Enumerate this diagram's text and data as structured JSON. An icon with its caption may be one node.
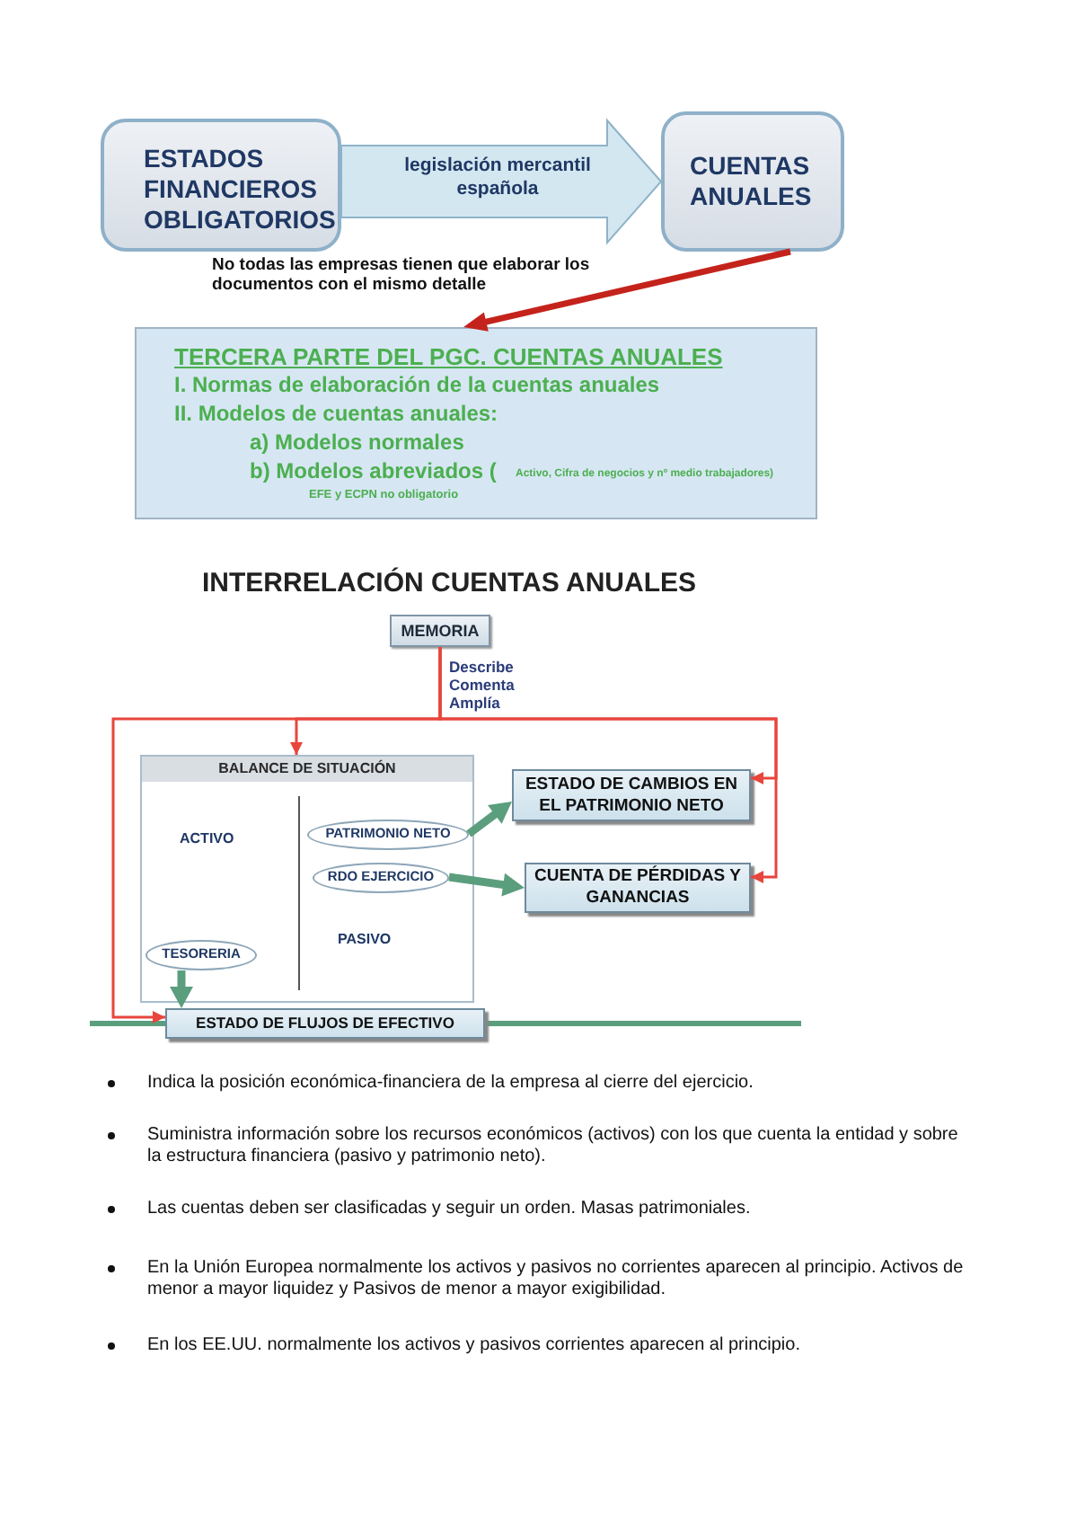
{
  "diagram": {
    "nodes": [
      {
        "text": [
          "ESTADOS FINANCIEROS OBLIGATORIOS"
        ]
      },
      {
        "text": [
          "CUENTAS ANUALES"
        ]
      },
      {
        "text": [
          "TERCERA PARTE DEL PGC. CUENTAS ANUALES",
          "I. Normas de elaboración de la cuentas anuales",
          "II. Modelos de cuentas anuales:",
          "a) Modelos normales",
          "b) Modelos abreviados (",
          "Activo, Cifra de negocios y nº medio trabajadores)",
          "EFE y ECPN no obligatorio"
        ]
      },
      {
        "text": [
          "MEMORIA"
        ]
      },
      {
        "text": [
          "BALANCE DE SITUACIÓN"
        ]
      },
      {
        "text": [
          "PATRIMONIO NETO"
        ],
        "in": 4
      },
      {
        "text": [
          "RDO EJERCICIO"
        ],
        "in": 4
      },
      {
        "text": [
          "TESORERIA"
        ],
        "in": 4
      },
      {
        "text": [
          "ESTADO DE CAMBIOS EN EL PATRIMONIO NETO"
        ]
      },
      {
        "text": [
          "CUENTA DE PÉRDIDAS Y GANANCIAS"
        ]
      },
      {
        "text": [
          "ESTADO DE FLUJOS DE EFECTIVO"
        ]
      }
    ],
    "edges": [
      {
        "from": 0,
        "to": 1,
        "arrow": "to",
        "label": "legislación mercantil española",
        "style": "thick",
        "color": "#d3e7f1"
      },
      {
        "from": 1,
        "to": 2,
        "arrow": "to",
        "style": "thick",
        "color": "#c4231b"
      },
      {
        "from": 3,
        "to": 4,
        "arrow": "to",
        "label": "Describe Comenta Amplía"
      },
      {
        "from": 3,
        "to": 8,
        "arrow": "to"
      },
      {
        "from": 3,
        "to": 9,
        "arrow": "to"
      },
      {
        "from": 3,
        "to": 10,
        "arrow": "to"
      },
      {
        "from": 5,
        "to": 8,
        "arrow": "to",
        "style": "thick",
        "color": "#5b9e7e"
      },
      {
        "from": 6,
        "to": 9,
        "arrow": "to",
        "style": "thick",
        "color": "#5b9e7e"
      },
      {
        "from": 7,
        "to": 10,
        "arrow": "to",
        "style": "thick",
        "color": "#5b9e7e"
      }
    ],
    "labels": [
      "No todas las empresas tienen que elaborar los documentos con el mismo detalle",
      "INTERRELACIÓN CUENTAS ANUALES",
      "ACTIVO",
      "PASIVO",
      "Indica la posición económica-financiera de la empresa al cierre del ejercicio.",
      "Suministra información sobre los recursos económicos (activos) con los que cuenta la entidad y sobre la estructura financiera (pasivo y patrimonio neto).",
      "Las cuentas deben ser clasificadas y seguir un orden. Masas patrimoniales.",
      "En la Unión Europea normalmente los activos y pasivos no corrientes aparecen al principio. Activos de menor a mayor liquidez y Pasivos de menor a mayor exigibilidad.",
      "En los EE.UU. normalmente los activos y pasivos corrientes aparecen al principio."
    ]
  }
}
